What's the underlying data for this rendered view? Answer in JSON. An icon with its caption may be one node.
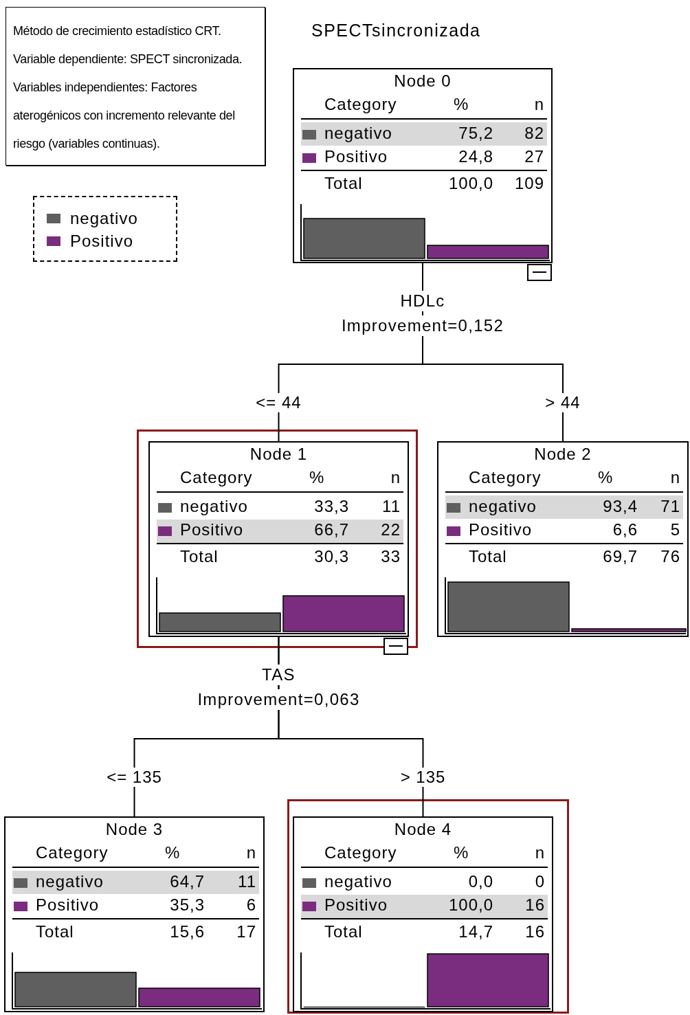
{
  "diagram": {
    "title": "SPECTsincronizada",
    "nodes": [
      {
        "text": [
          "Método de crecimiento estadístico CRT.",
          "Variable dependiente: SPECT sincronizada.",
          "Variables independientes: Factores aterogénicos con incremento relevante del riesgo (variables continuas)."
        ]
      },
      {
        "text": [
          "Node 0",
          "Category",
          "%",
          "n",
          "negativo",
          "75,2",
          "82",
          "Positivo",
          "24,8",
          "27",
          "Total",
          "100,0",
          "109"
        ],
        "beside": [
          "HDLc",
          "Improvement=0,152"
        ]
      },
      {
        "text": [],
        "shape": "box"
      },
      {
        "text": [
          "Node 1",
          "Category",
          "%",
          "n",
          "negativo",
          "33,3",
          "11",
          "Positivo",
          "66,7",
          "22",
          "Total",
          "30,3",
          "33"
        ],
        "in": 2,
        "beside": [
          "TAS",
          "Improvement=0,063"
        ]
      },
      {
        "text": [
          "Node 2",
          "Category",
          "%",
          "n",
          "negativo",
          "93,4",
          "71",
          "Positivo",
          "6,6",
          "5",
          "Total",
          "69,7",
          "76"
        ]
      },
      {
        "text": [
          "Node 3",
          "Category",
          "%",
          "n",
          "negativo",
          "64,7",
          "11",
          "Positivo",
          "35,3",
          "6",
          "Total",
          "15,6",
          "17"
        ]
      },
      {
        "text": [],
        "shape": "box"
      },
      {
        "text": [
          "Node 4",
          "Category",
          "%",
          "n",
          "negativo",
          "0,0",
          "0",
          "Positivo",
          "100,0",
          "16",
          "Total",
          "14,7",
          "16"
        ],
        "in": 6
      }
    ],
    "edges": [
      {
        "from": 1,
        "to": 3,
        "arrow": "none",
        "label": "<= 44"
      },
      {
        "from": 1,
        "to": 4,
        "arrow": "none",
        "label": "> 44"
      },
      {
        "from": 3,
        "to": 5,
        "arrow": "none",
        "label": "<= 135"
      },
      {
        "from": 3,
        "to": 7,
        "arrow": "none",
        "label": "> 135"
      }
    ],
    "legend": [
      {
        "text": "negativo",
        "color": "#5f5f5f"
      },
      {
        "text": "Positivo",
        "color": "#7a2d7e"
      }
    ]
  }
}
